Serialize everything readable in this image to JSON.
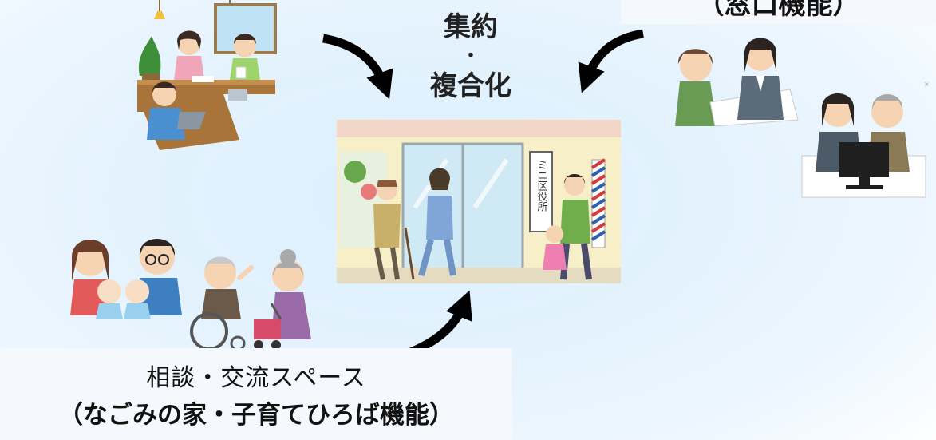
{
  "center_label": {
    "line1": "集約",
    "dot": "・",
    "line2": "複合化"
  },
  "bottom_label": {
    "line1": "相談・交流スペース",
    "line2": "（なごみの家・子育てひろば機能）"
  },
  "topright_label": {
    "line1": "（窓口機能）"
  },
  "storefront_sign": "ミニ区役所",
  "colors": {
    "background": "#e3f2fd",
    "arrow": "#000000"
  }
}
